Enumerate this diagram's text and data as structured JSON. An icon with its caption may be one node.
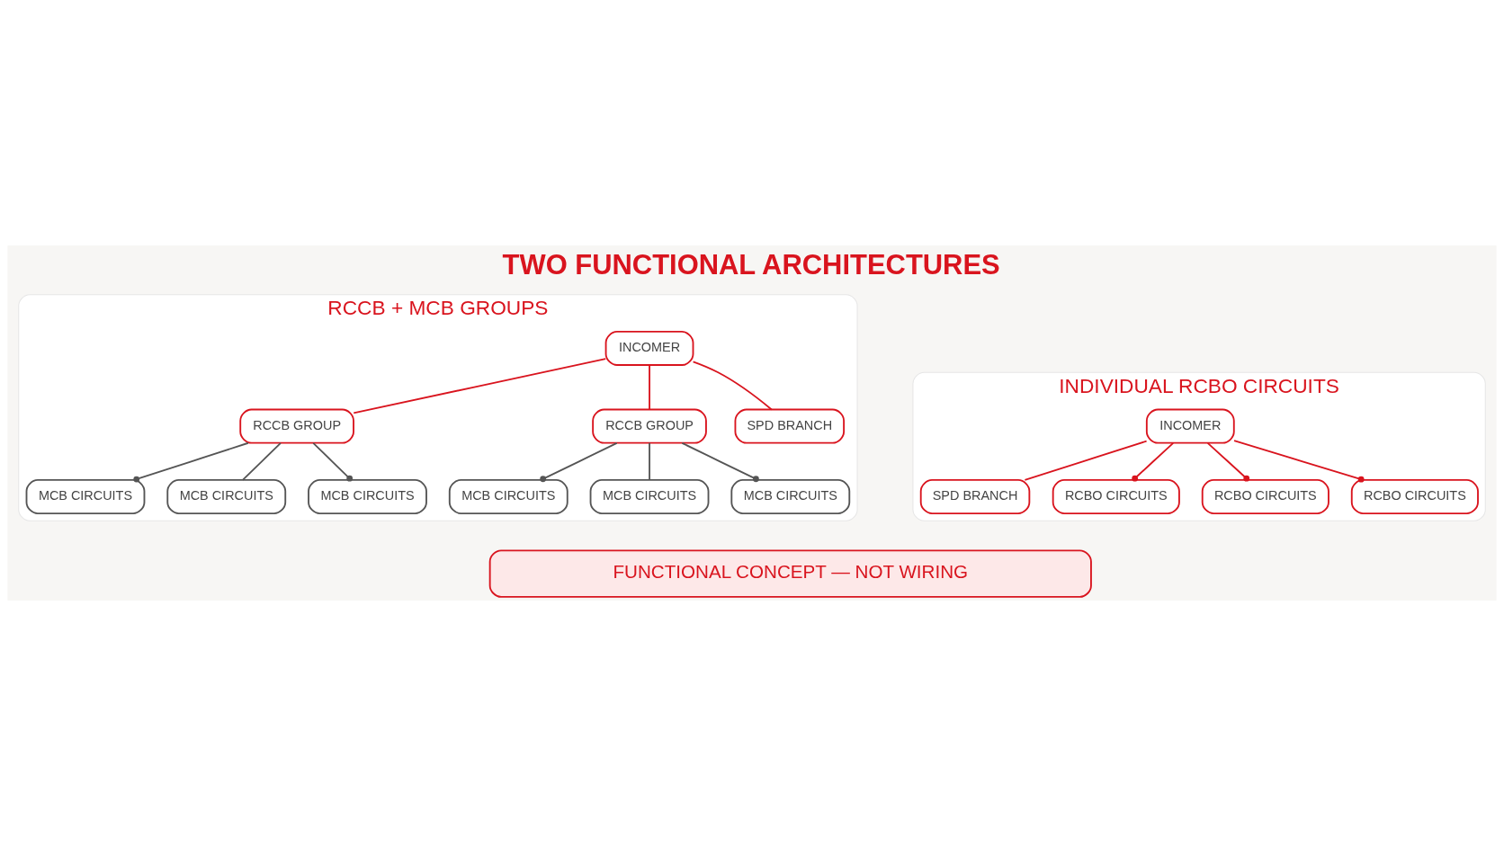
{
  "diagram": {
    "title": "TWO FUNCTIONAL ARCHITECTURES",
    "nodes": [
      {
        "text": [
          "RCCB + MCB GROUPS"
        ]
      },
      {
        "text": [
          "INCOMER"
        ],
        "in": 0
      },
      {
        "text": [
          "SPD BRANCH"
        ],
        "in": 0
      },
      {
        "text": [
          "RCCB GROUP"
        ],
        "in": 0
      },
      {
        "text": [
          "RCCB GROUP"
        ],
        "in": 0
      },
      {
        "text": [
          "MCB CIRCUITS"
        ],
        "in": 0
      },
      {
        "text": [
          "MCB CIRCUITS"
        ],
        "in": 0
      },
      {
        "text": [
          "MCB CIRCUITS"
        ],
        "in": 0
      },
      {
        "text": [
          "MCB CIRCUITS"
        ],
        "in": 0
      },
      {
        "text": [
          "MCB CIRCUITS"
        ],
        "in": 0
      },
      {
        "text": [
          "MCB CIRCUITS"
        ],
        "in": 0
      },
      {
        "text": [
          "INDIVIDUAL RCBO CIRCUITS"
        ]
      },
      {
        "text": [
          "INCOMER"
        ],
        "in": 11
      },
      {
        "text": [
          "SPD BRANCH"
        ],
        "in": 11
      },
      {
        "text": [
          "RCBO CIRCUITS"
        ],
        "in": 11
      },
      {
        "text": [
          "RCBO CIRCUITS"
        ],
        "in": 11
      },
      {
        "text": [
          "RCBO CIRCUITS"
        ],
        "in": 11
      },
      {
        "text": [
          "FUNCTIONAL CONCEPT — NOT WIRING"
        ]
      }
    ],
    "edges": [
      {
        "from": 1,
        "to": 2,
        "arrow": "none"
      },
      {
        "from": 1,
        "to": 3,
        "arrow": "none"
      },
      {
        "from": 1,
        "to": 4,
        "arrow": "none"
      },
      {
        "from": 3,
        "to": 5,
        "arrow": "other",
        "color": "#555555"
      },
      {
        "from": 3,
        "to": 6,
        "arrow": "none",
        "color": "#555555"
      },
      {
        "from": 3,
        "to": 7,
        "arrow": "other",
        "color": "#555555"
      },
      {
        "from": 4,
        "to": 8,
        "arrow": "other",
        "color": "#555555"
      },
      {
        "from": 4,
        "to": 9,
        "arrow": "none",
        "color": "#555555"
      },
      {
        "from": 4,
        "to": 10,
        "arrow": "other",
        "color": "#555555"
      },
      {
        "from": 12,
        "to": 13,
        "arrow": "none"
      },
      {
        "from": 12,
        "to": 14,
        "arrow": "other"
      },
      {
        "from": 12,
        "to": 15,
        "arrow": "other"
      },
      {
        "from": 12,
        "to": 16,
        "arrow": "other"
      }
    ]
  }
}
